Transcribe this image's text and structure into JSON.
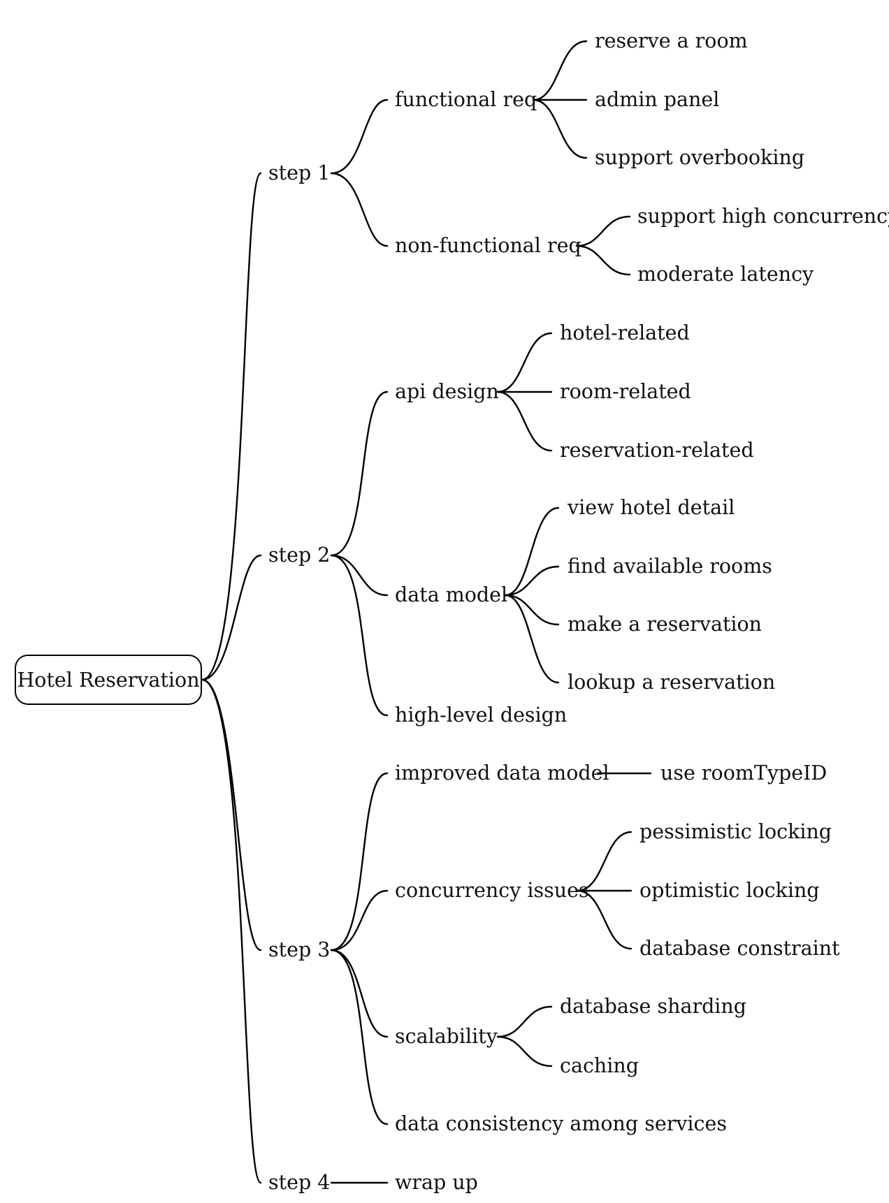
{
  "mindmap": {
    "root": "Hotel Reservation",
    "steps": [
      {
        "label": "step 1",
        "children": [
          {
            "label": "functional req",
            "children": [
              "reserve a room",
              "admin panel",
              "support overbooking"
            ]
          },
          {
            "label": "non-functional req",
            "children": [
              "support high concurrency",
              "moderate latency"
            ]
          }
        ]
      },
      {
        "label": "step 2",
        "children": [
          {
            "label": "api design",
            "children": [
              "hotel-related",
              "room-related",
              "reservation-related"
            ]
          },
          {
            "label": "data model",
            "children": [
              "view hotel detail",
              "find available rooms",
              "make a reservation",
              "lookup a reservation"
            ]
          },
          {
            "label": "high-level design",
            "children": []
          }
        ]
      },
      {
        "label": "step 3",
        "children": [
          {
            "label": "improved data model",
            "children": [
              "use roomTypeID"
            ]
          },
          {
            "label": "concurrency issues",
            "children": [
              "pessimistic locking",
              "optimistic locking",
              "database constraint"
            ]
          },
          {
            "label": "scalability",
            "children": [
              "database sharding",
              "caching"
            ]
          },
          {
            "label": "data consistency among services",
            "children": []
          }
        ]
      },
      {
        "label": "step 4",
        "children": [
          {
            "label": "wrap up",
            "children": []
          }
        ]
      }
    ]
  }
}
